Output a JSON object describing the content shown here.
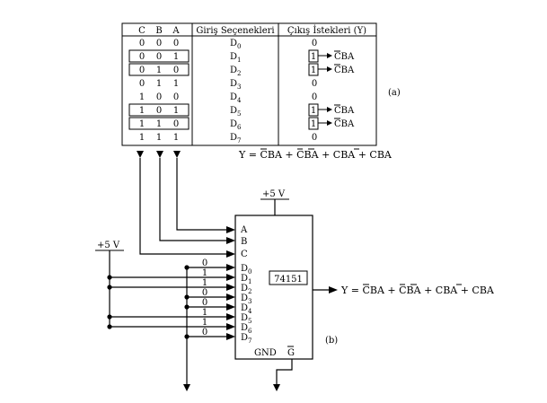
{
  "table": {
    "headers": {
      "c": "C",
      "b": "B",
      "a": "A",
      "inputs": "Giriş Seçenekleri",
      "outputs": "Çıkış İstekleri (Y)"
    },
    "rows": [
      {
        "c": "0",
        "b": "0",
        "a": "0",
        "d": "D",
        "sub": "0",
        "y": "0",
        "boxed": false,
        "term": ""
      },
      {
        "c": "0",
        "b": "0",
        "a": "1",
        "d": "D",
        "sub": "1",
        "y": "1",
        "boxed": true,
        "term": "CBA"
      },
      {
        "c": "0",
        "b": "1",
        "a": "0",
        "d": "D",
        "sub": "2",
        "y": "1",
        "boxed": true,
        "term": "CBA"
      },
      {
        "c": "0",
        "b": "1",
        "a": "1",
        "d": "D",
        "sub": "3",
        "y": "0",
        "boxed": false,
        "term": ""
      },
      {
        "c": "1",
        "b": "0",
        "a": "0",
        "d": "D",
        "sub": "4",
        "y": "0",
        "boxed": false,
        "term": ""
      },
      {
        "c": "1",
        "b": "0",
        "a": "1",
        "d": "D",
        "sub": "5",
        "y": "1",
        "boxed": true,
        "term": "CBA"
      },
      {
        "c": "1",
        "b": "1",
        "a": "0",
        "d": "D",
        "sub": "6",
        "y": "1",
        "boxed": true,
        "term": "CBA"
      },
      {
        "c": "1",
        "b": "1",
        "a": "1",
        "d": "D",
        "sub": "7",
        "y": "0",
        "boxed": false,
        "term": ""
      }
    ],
    "label_a": "(a)",
    "equation": "Y = CBA + CBA + CBA + CBA"
  },
  "circuit": {
    "vcc_top": "+5 V",
    "vcc_left": "+5 V",
    "chip": "74151",
    "select_pins": [
      "A",
      "B",
      "C"
    ],
    "data_pins": [
      "D",
      "D",
      "D",
      "D",
      "D",
      "D",
      "D",
      "D"
    ],
    "data_subs": [
      "0",
      "1",
      "2",
      "3",
      "4",
      "5",
      "6",
      "7"
    ],
    "data_values": [
      "0",
      "1",
      "1",
      "0",
      "0",
      "1",
      "1",
      "0"
    ],
    "gnd": "GND",
    "gbar": "G",
    "label_b": "(b)",
    "output_equation": "Y = CBA + CBA + CBA + CBA"
  }
}
